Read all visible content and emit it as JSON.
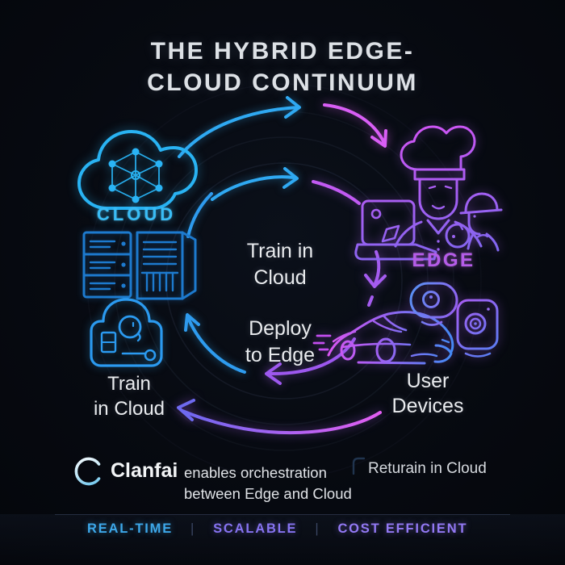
{
  "title": {
    "line1": "THE HYBRID EDGE-",
    "line2": "CLOUD CONTINUUM"
  },
  "diagram": {
    "cloud_label": "CLOUD",
    "edge_label": "EDGE",
    "train_node": {
      "line1": "Train",
      "line2": "in Cloud"
    },
    "devices_node": {
      "line1": "User",
      "line2": "Devices"
    },
    "center_step1": {
      "line1": "Train in",
      "line2": "Cloud"
    },
    "center_step2": {
      "line1": "Deploy",
      "line2": "to Edge"
    }
  },
  "brand": {
    "name": "Clanfai",
    "tagline_line1": "enables orchestration",
    "tagline_line2": "between Edge and Cloud",
    "side_note": "Returain in Cloud"
  },
  "footer": {
    "separator": "|",
    "tags": [
      {
        "label": "REAL-TIME",
        "color": "#3da8ea"
      },
      {
        "label": "SCALABLE",
        "color": "#8673f0"
      },
      {
        "label": "COST EFFICIENT",
        "color": "#9379f4"
      }
    ]
  },
  "icons": {
    "cloud": "cloud-network-icon",
    "servers": "server-stack-icon",
    "train": "support-agent-camera-icon",
    "edge": "chef-worker-laptop-gauge-icon",
    "car": "smart-car-icon",
    "webcam": "webcam-icon",
    "security_camera": "security-camera-icon",
    "logo": "clanfai-ring-logo-icon"
  },
  "colors": {
    "background": "#06080e",
    "cyan": "#2ab4f5",
    "blue_arrow": "#2fa9f2",
    "magenta_arrow": "#d95ef5",
    "purple_arrow": "#a55cf0",
    "server_blue": "#1d7ace",
    "edge_purple": "#b55ce8",
    "text_white": "#e9ebee"
  }
}
